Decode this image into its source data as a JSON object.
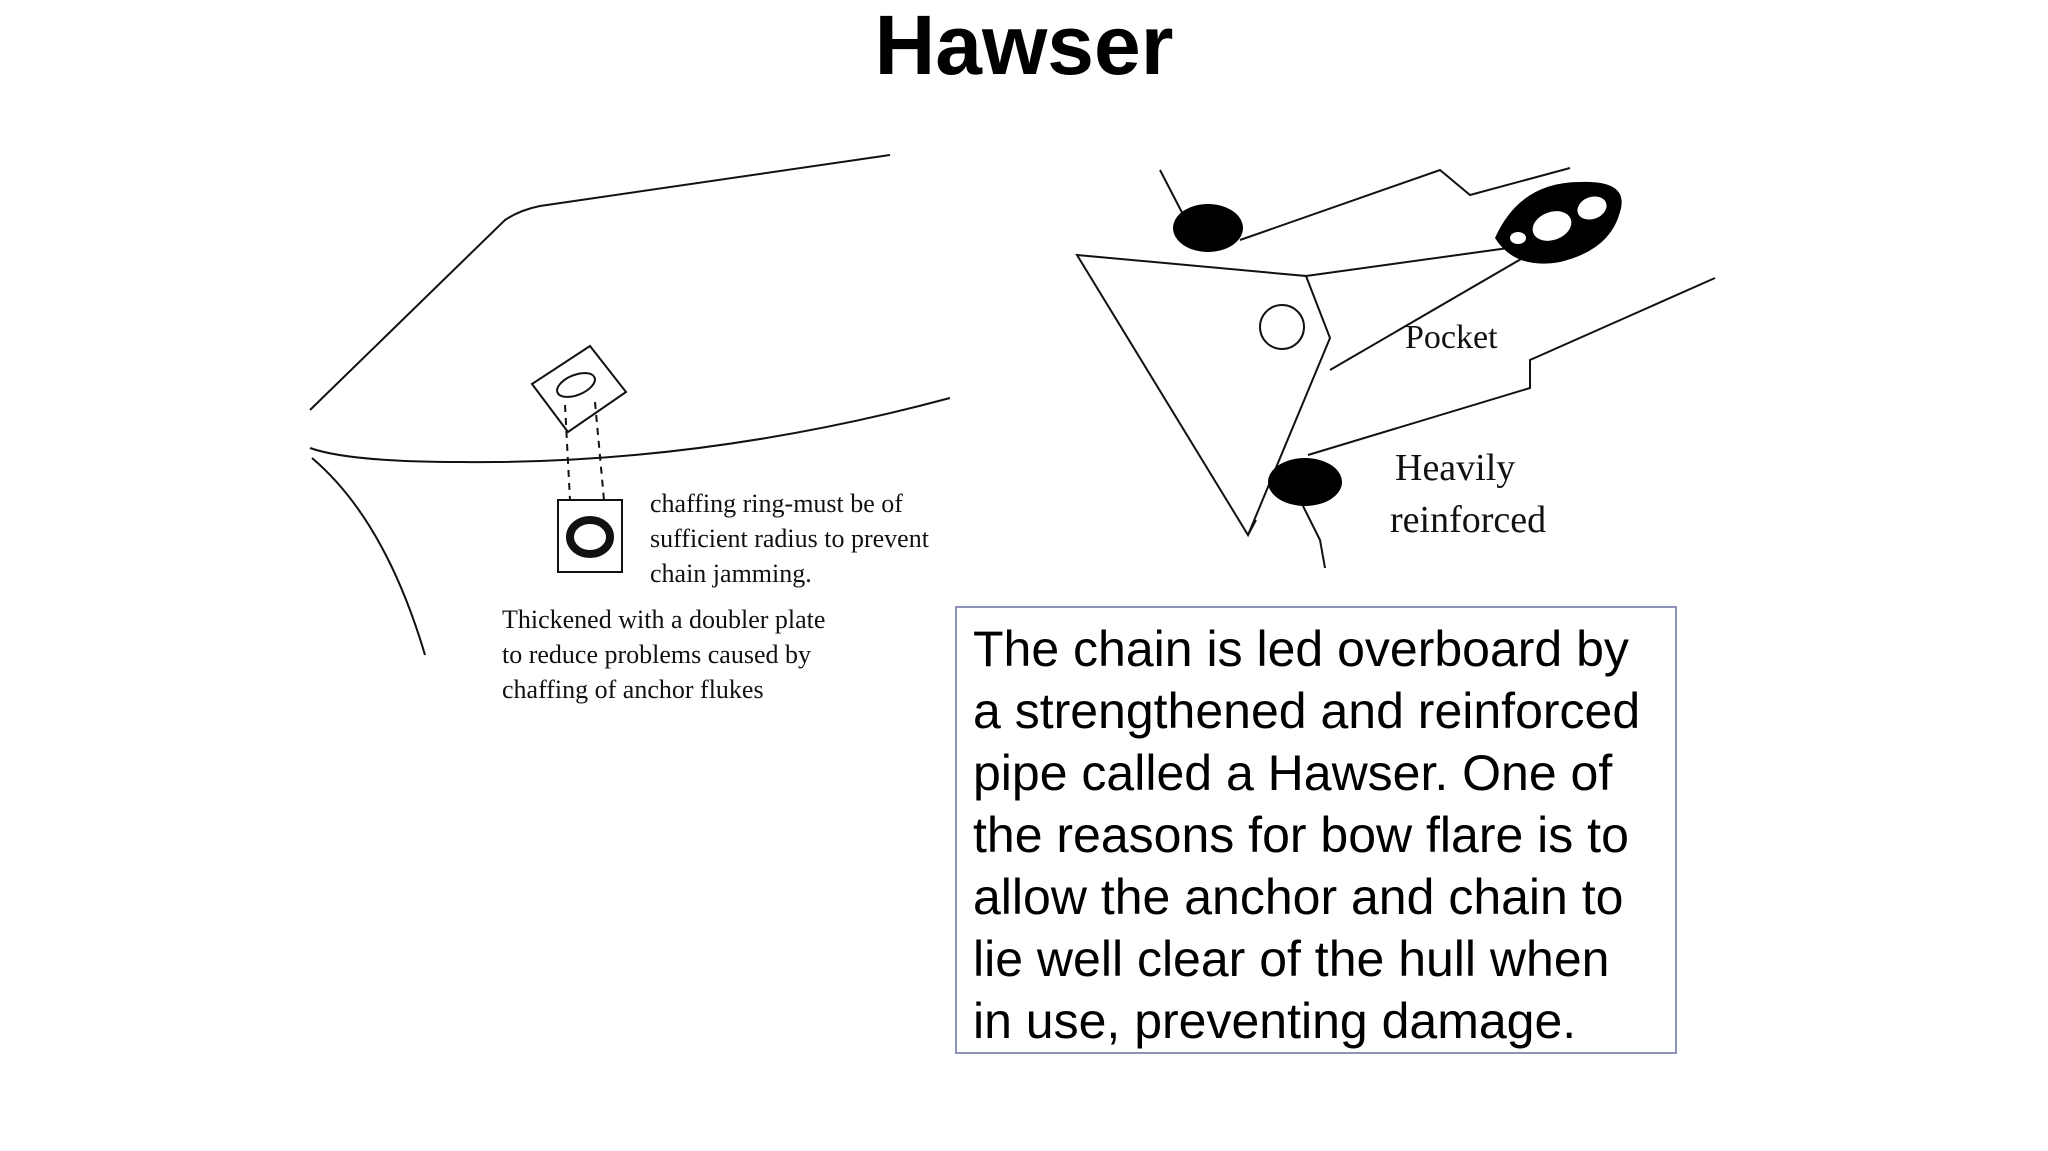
{
  "title": "Hawser",
  "left_diagram": {
    "chaffing_ring_note": [
      "chaffing ring-must be of",
      "sufficient radius to prevent",
      "chain jamming."
    ],
    "doubler_plate_note": [
      "Thickened with a doubler plate",
      "to reduce problems caused by",
      "chaffing of anchor flukes"
    ]
  },
  "right_diagram": {
    "pocket_label": "Pocket",
    "reinforced_label": [
      "Heavily",
      "reinforced"
    ]
  },
  "caption": "The chain is led overboard by a strengthened and reinforced pipe called a Hawser. One of the reasons for bow flare is to allow the anchor and chain to lie well clear of the hull when in use, preventing damage."
}
